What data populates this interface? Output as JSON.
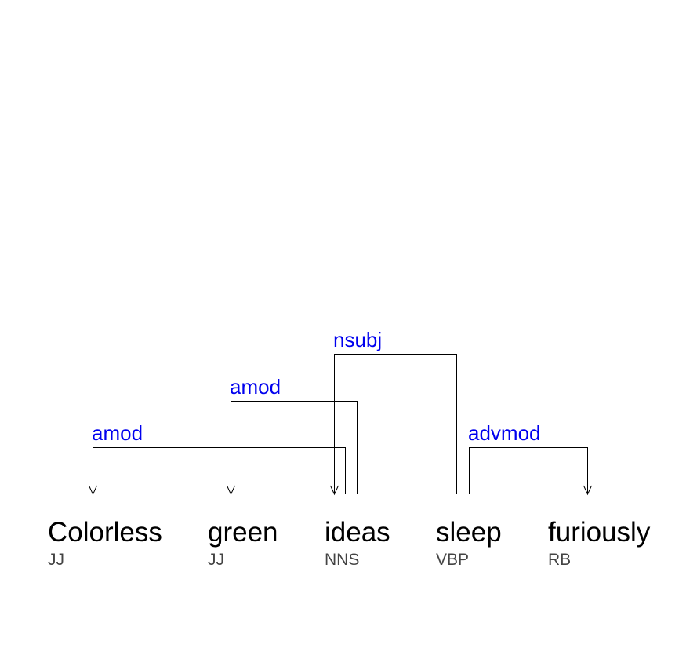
{
  "colors": {
    "relation_label": "#0000ee",
    "arc": "#000000",
    "word": "#000000",
    "tag": "#444444"
  },
  "tokens": [
    {
      "word": "Colorless",
      "tag": "JJ"
    },
    {
      "word": "green",
      "tag": "JJ"
    },
    {
      "word": "ideas",
      "tag": "NNS"
    },
    {
      "word": "sleep",
      "tag": "VBP"
    },
    {
      "word": "furiously",
      "tag": "RB"
    }
  ],
  "arcs": [
    {
      "label": "amod",
      "head": 2,
      "dependent": 0
    },
    {
      "label": "amod",
      "head": 2,
      "dependent": 1
    },
    {
      "label": "nsubj",
      "head": 3,
      "dependent": 2
    },
    {
      "label": "advmod",
      "head": 3,
      "dependent": 4
    }
  ]
}
